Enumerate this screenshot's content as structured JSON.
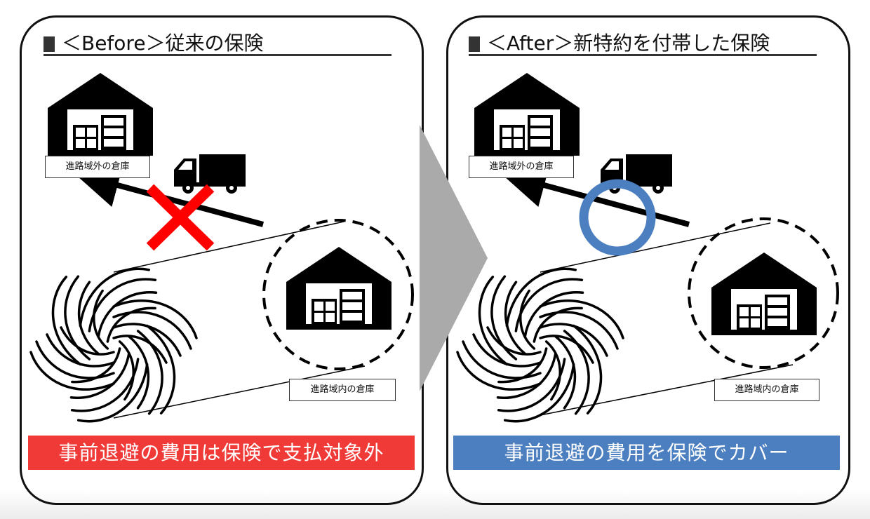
{
  "before": {
    "title": "＜Before＞従来の保険",
    "outside_label": "進路域外の倉庫",
    "inside_label": "進路域内の倉庫",
    "banner": "事前退避の費用は保険で支払対象外",
    "mark_icon": "red-x-icon"
  },
  "after": {
    "title": "＜After＞新特約を付帯した保険",
    "outside_label": "進路域外の倉庫",
    "inside_label": "進路域内の倉庫",
    "banner": "事前退避の費用を保険でカバー",
    "mark_icon": "blue-circle-icon"
  },
  "colors": {
    "cross_red": "#ff0000",
    "circle_blue": "#4c7fbf",
    "banner_red": "#f03a38",
    "banner_blue": "#4c7fbf",
    "arrow_gray": "#aaaaaa"
  }
}
